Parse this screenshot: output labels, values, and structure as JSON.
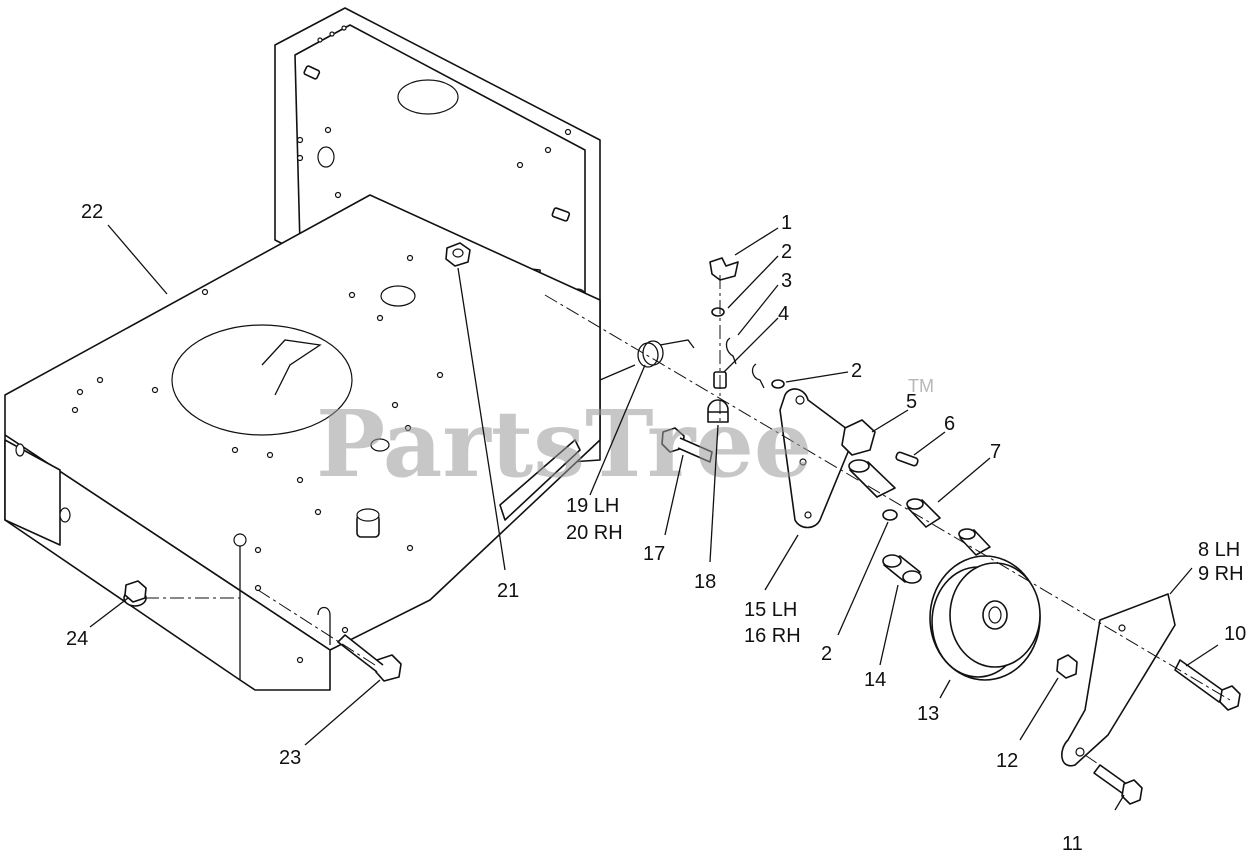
{
  "watermark": {
    "text": "PartsTree",
    "trademark": "TM"
  },
  "callouts": {
    "c1": "1",
    "c2a": "2",
    "c3": "3",
    "c4": "4",
    "c2b": "2",
    "c5": "5",
    "c6": "6",
    "c7": "7",
    "c8_9_line1": "8 LH",
    "c8_9_line2": "9 RH",
    "c10": "10",
    "c11": "11",
    "c12": "12",
    "c13": "13",
    "c14": "14",
    "c15_16_line1": "15 LH",
    "c15_16_line2": "16 RH",
    "c2c": "2",
    "c17": "17",
    "c18": "18",
    "c19_20_line1": "19 LH",
    "c19_20_line2": "20 RH",
    "c21": "21",
    "c22": "22",
    "c23": "23",
    "c24": "24"
  }
}
